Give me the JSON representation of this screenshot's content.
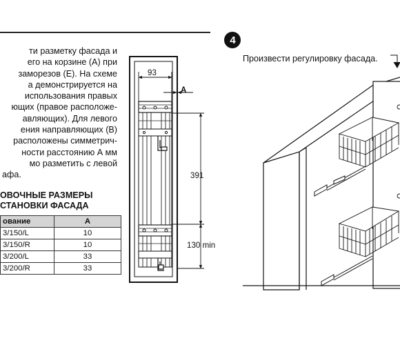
{
  "text": {
    "lines": [
      "ти разметку фасада и",
      "его на корзине (А) при",
      "заморезов (Е). На схеме",
      "а демонстрируется на",
      "использования правых",
      "ющих (правое расположе-",
      "авляющих). Для левого",
      "ения направляющих (В)",
      "расположены симметрич-",
      "ности расстоянию А мм",
      "мо разметить с левой",
      "афа."
    ]
  },
  "table": {
    "heading1": "ОВОЧНЫЕ РАЗМЕРЫ",
    "heading2": "СТАНОВКИ ФАСАДА",
    "col1": "ование",
    "col2": "A",
    "rows": [
      {
        "name": "3/150/L",
        "value": "10"
      },
      {
        "name": "3/150/R",
        "value": "10"
      },
      {
        "name": "3/200/L",
        "value": "33"
      },
      {
        "name": "3/200/R",
        "value": "33"
      }
    ]
  },
  "drawing": {
    "dim_width": "93",
    "dim_a": "A",
    "dim_height": "391",
    "dim_min": "130 min"
  },
  "step": {
    "number": "4",
    "label": "Произвести регулировку фасада."
  }
}
